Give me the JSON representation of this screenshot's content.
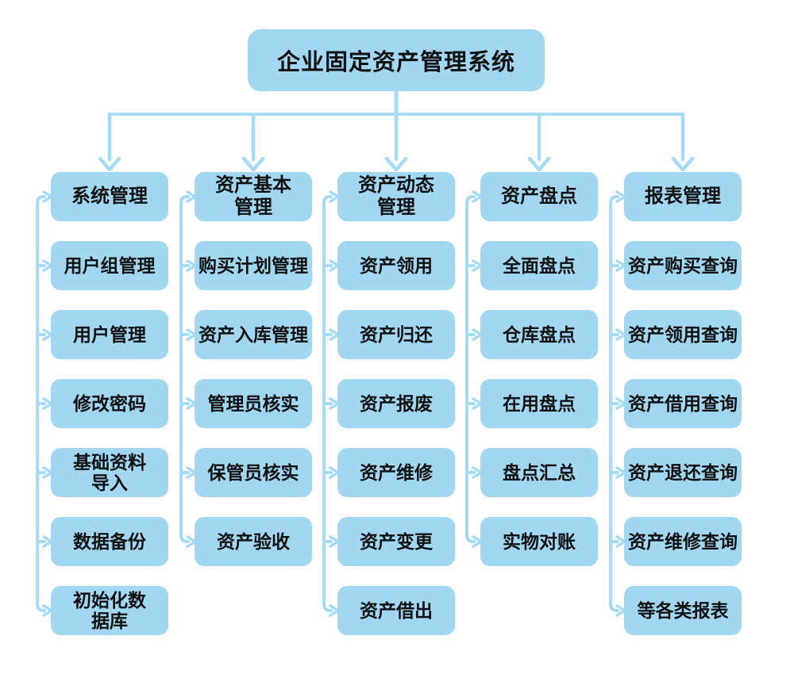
{
  "diagram": {
    "title": "企业固定资产管理系统",
    "columns": [
      {
        "header": "系统管理",
        "children": [
          "用户组管理",
          "用户管理",
          "修改密码",
          "基础资料\n导入",
          "数据备份",
          "初始化数\n据库"
        ]
      },
      {
        "header": "资产基本\n管理",
        "children": [
          "购买计划管理",
          "资产入库管理",
          "管理员核实",
          "保管员核实",
          "资产验收"
        ]
      },
      {
        "header": "资产动态\n管理",
        "children": [
          "资产领用",
          "资产归还",
          "资产报废",
          "资产维修",
          "资产变更",
          "资产借出"
        ]
      },
      {
        "header": "资产盘点",
        "children": [
          "全面盘点",
          "仓库盘点",
          "在用盘点",
          "盘点汇总",
          "实物对账"
        ]
      },
      {
        "header": "报表管理",
        "children": [
          "资产购买查询",
          "资产领用查询",
          "资产借用查询",
          "资产退还查询",
          "资产维修查询",
          "等各类报表"
        ]
      }
    ],
    "colors": {
      "box_fill": "#A2D7F1",
      "connector": "#A6DBF6",
      "text": "#111111",
      "background": "#FFFFFF"
    }
  }
}
